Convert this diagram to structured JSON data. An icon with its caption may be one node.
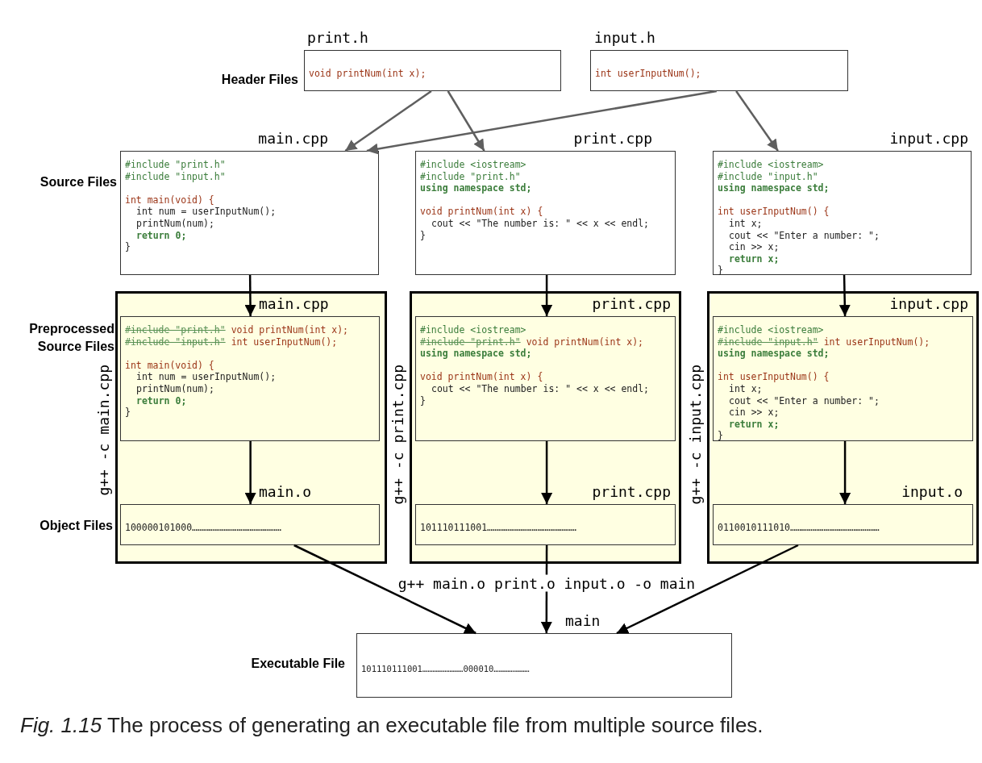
{
  "diagram": {
    "caption": "*Fig. 1.15* The process of generating an executable file from multiple source files.",
    "nodes": [
      {
        "text": [
          "print.h",
          "void printNum(int x);"
        ]
      },
      {
        "text": [
          "input.h",
          "int userInputNum();"
        ]
      },
      {
        "text": [
          "main.cpp",
          "#include \"print.h\"",
          "#include \"input.h\"",
          "int main(void) {",
          "int num = userInputNum();",
          "printNum(num);",
          "return 0;",
          "}"
        ]
      },
      {
        "text": [
          "print.cpp",
          "#include <iostream>",
          "#include \"print.h\"",
          "using namespace std;",
          "void printNum(int x) {",
          "cout << \"The number is: \" << x << endl;",
          "}"
        ]
      },
      {
        "text": [
          "input.cpp",
          "#include <iostream>",
          "#include \"input.h\"",
          "using namespace std;",
          "int userInputNum() {",
          "int x;",
          "cout << \"Enter a number: \";",
          "cin >> x;",
          "return x;",
          "}"
        ]
      },
      {
        "text": [
          "g++ -c main.cpp"
        ]
      },
      {
        "text": [
          "main.cpp",
          "#include \"print.h\"",
          "void printNum(int x);",
          "#include \"input.h\"",
          "int userInputNum();",
          "int main(void) {",
          "int num = userInputNum();",
          "printNum(num);",
          "return 0;",
          "}"
        ],
        "in": 5
      },
      {
        "text": [
          "main.o",
          "100000101000…………………………………………"
        ],
        "in": 5
      },
      {
        "text": [
          "g++ -c print.cpp"
        ]
      },
      {
        "text": [
          "print.cpp",
          "#include <iostream>",
          "#include \"print.h\"",
          "void printNum(int x);",
          "using namespace std;",
          "void printNum(int x) {",
          "cout << \"The number is: \" << x << endl;",
          "}"
        ],
        "in": 8
      },
      {
        "text": [
          "print.cpp",
          "101110111001…………………………………………"
        ],
        "in": 8
      },
      {
        "text": [
          "g++ -c input.cpp"
        ]
      },
      {
        "text": [
          "input.cpp",
          "#include <iostream>",
          "#include \"input.h\"",
          "int userInputNum();",
          "using namespace std;",
          "int userInputNum() {",
          "int x;",
          "cout << \"Enter a number: \";",
          "cin >> x;",
          "return x;",
          "}"
        ],
        "in": 11
      },
      {
        "text": [
          "input.o",
          "0110010111010…………………………………………"
        ],
        "in": 11
      },
      {
        "text": [
          "main",
          "101110111001……………………000010…………………"
        ]
      }
    ],
    "edges": [
      {
        "from": 0,
        "to": 2,
        "arrow": "to",
        "color": "#5f5f5f"
      },
      {
        "from": 0,
        "to": 3,
        "arrow": "to",
        "color": "#5f5f5f"
      },
      {
        "from": 1,
        "to": 2,
        "arrow": "to",
        "color": "#5f5f5f"
      },
      {
        "from": 1,
        "to": 4,
        "arrow": "to",
        "color": "#5f5f5f"
      },
      {
        "from": 2,
        "to": 6,
        "arrow": "to"
      },
      {
        "from": 3,
        "to": 9,
        "arrow": "to"
      },
      {
        "from": 4,
        "to": 12,
        "arrow": "to"
      },
      {
        "from": 6,
        "to": 7,
        "arrow": "to"
      },
      {
        "from": 9,
        "to": 10,
        "arrow": "to"
      },
      {
        "from": 12,
        "to": 13,
        "arrow": "to"
      },
      {
        "from": 7,
        "to": 14,
        "arrow": "to"
      },
      {
        "from": 10,
        "to": 14,
        "arrow": "to",
        "label": "g++ main.o print.o input.o -o main"
      },
      {
        "from": 13,
        "to": 14,
        "arrow": "to"
      }
    ],
    "labels": [
      "Header Files",
      "Source Files",
      "Preprocessed Source Files",
      "Object Files",
      "Executable File"
    ]
  }
}
